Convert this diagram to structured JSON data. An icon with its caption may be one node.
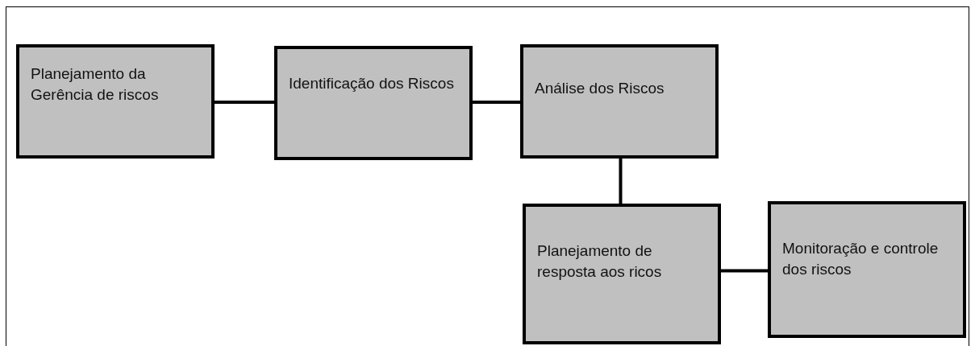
{
  "diagram": {
    "nodes": [
      {
        "text": [
          "Planejamento da Gerência de riscos"
        ]
      },
      {
        "text": [
          "Identificação dos Riscos"
        ]
      },
      {
        "text": [
          "Análise dos Riscos"
        ]
      },
      {
        "text": [
          "Planejamento de resposta aos ricos"
        ]
      },
      {
        "text": [
          "Monitoração e controle dos riscos"
        ]
      }
    ],
    "edges": [
      {
        "from": 0,
        "to": 1,
        "arrow": "none"
      },
      {
        "from": 1,
        "to": 2,
        "arrow": "none"
      },
      {
        "from": 2,
        "to": 3,
        "arrow": "none"
      },
      {
        "from": 3,
        "to": 4,
        "arrow": "none"
      }
    ]
  }
}
